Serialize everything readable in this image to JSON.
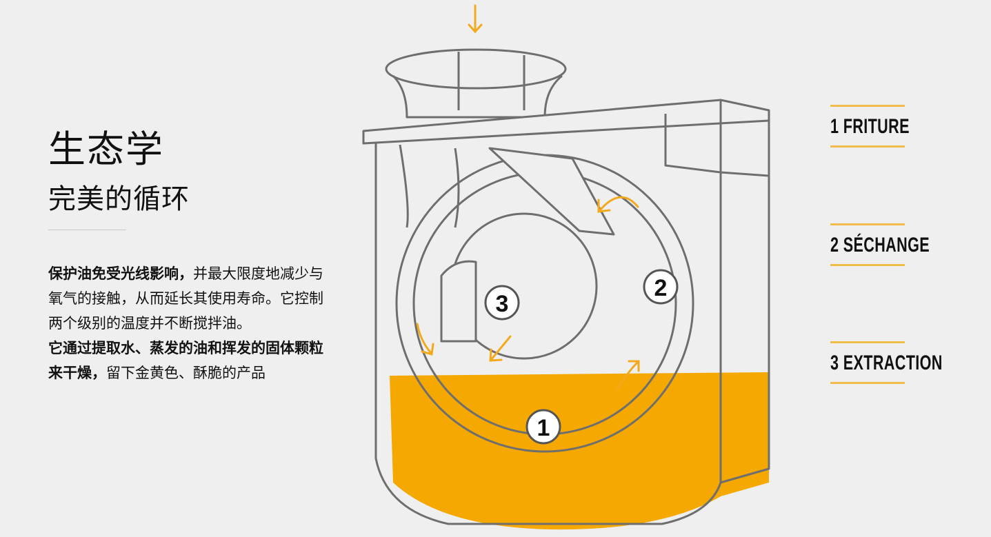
{
  "heading": {
    "title": "生态学",
    "subtitle": "完美的循环"
  },
  "description": {
    "p1_bold": "保护油免受光线影响，",
    "p1_rest": "并最大限度地减少与氧气的接触，从而延长其使用寿命。它控制两个级别的温度并不断搅拌油。",
    "p2_bold": "它通过提取水、蒸发的油和挥发的固体颗粒来干燥，",
    "p2_rest": "留下金黄色、酥脆的产品"
  },
  "diagram": {
    "markers": [
      "1",
      "2",
      "3"
    ],
    "oil_color": "#f5a800",
    "arrow_color": "#f2a91c"
  },
  "steps": [
    {
      "label": "1 FRITURE"
    },
    {
      "label": "2 SÉCHANGE"
    },
    {
      "label": "3 EXTRACTION"
    }
  ],
  "accent": "#f1bd4a"
}
